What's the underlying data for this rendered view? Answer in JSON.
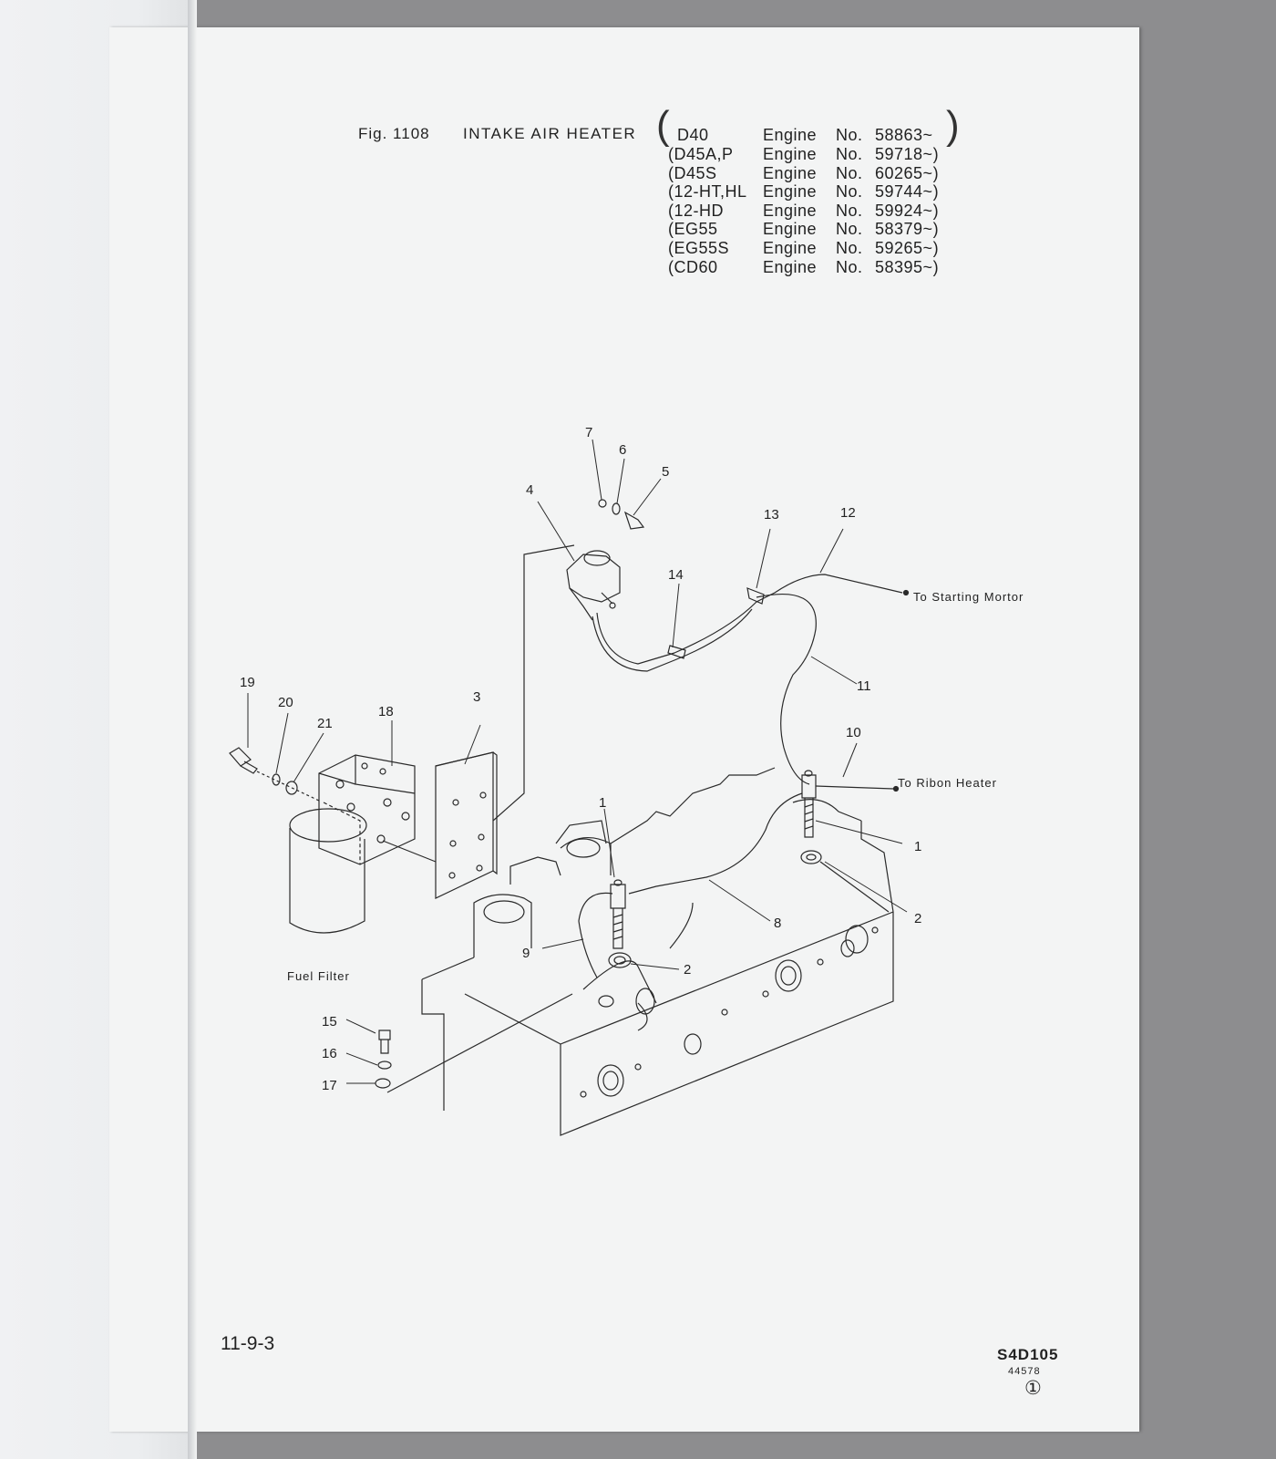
{
  "header": {
    "fig_number": "Fig. 1108",
    "title": "INTAKE AIR HEATER"
  },
  "applicability": [
    {
      "model": "D40",
      "label": "Engine",
      "no": "No.",
      "serial": "58863~"
    },
    {
      "model": "(D45A,P",
      "label": "Engine",
      "no": "No.",
      "serial": "59718~)"
    },
    {
      "model": "(D45S",
      "label": "Engine",
      "no": "No.",
      "serial": "60265~)"
    },
    {
      "model": "(12-HT,HL",
      "label": "Engine",
      "no": "No.",
      "serial": "59744~)"
    },
    {
      "model": "(12-HD",
      "label": "Engine",
      "no": "No.",
      "serial": "59924~)"
    },
    {
      "model": "(EG55",
      "label": "Engine",
      "no": "No.",
      "serial": "58379~)"
    },
    {
      "model": "(EG55S",
      "label": "Engine",
      "no": "No.",
      "serial": "59265~)"
    },
    {
      "model": "(CD60",
      "label": "Engine",
      "no": "No.",
      "serial": "58395~)"
    }
  ],
  "diagram": {
    "callouts": [
      "1",
      "1",
      "2",
      "2",
      "3",
      "4",
      "5",
      "6",
      "7",
      "8",
      "9",
      "10",
      "11",
      "12",
      "13",
      "14",
      "15",
      "16",
      "17",
      "18",
      "19",
      "20",
      "21"
    ],
    "notes": {
      "starting_motor": "To Starting Mortor",
      "ribbon_heater": "To Ribon Heater",
      "fuel_filter": "Fuel Filter"
    }
  },
  "footer": {
    "page_number": "11-9-3",
    "model_code": "S4D105",
    "part_code": "44578",
    "revision": "①"
  }
}
